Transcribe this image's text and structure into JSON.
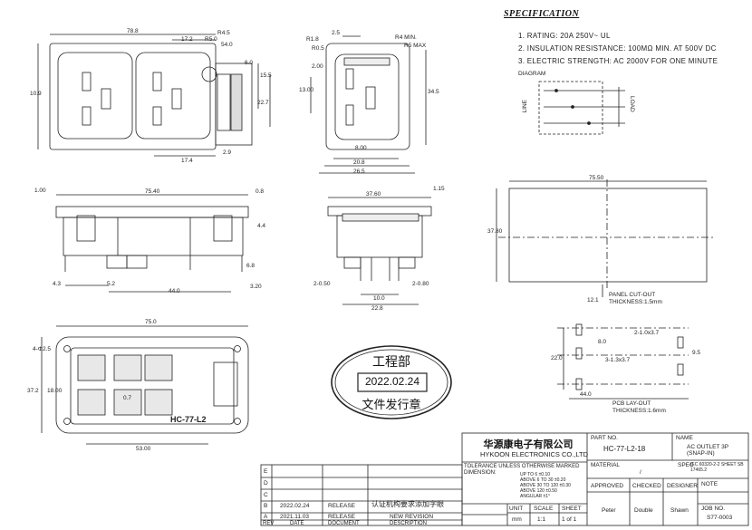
{
  "spec": {
    "title": "SPECIFICATION",
    "lines": [
      "1. RATING: 20A 250V~ UL",
      "2. INSULATION RESISTANCE: 100MΩ MIN. AT 500V DC",
      "3. ELECTRIC STRENGTH: AC 2000V FOR ONE MINUTE"
    ],
    "diagram_label": "DIAGRAM",
    "line_label": "LINE",
    "load_label": "LOAD"
  },
  "dims": {
    "front": [
      "78.8",
      "17.2",
      "R5.0",
      "R4.5",
      "54.0",
      "10.9",
      "6.0",
      "15.5",
      "22.7",
      "17.4",
      "2.9"
    ],
    "side": [
      "2.5",
      "R4 MIN.",
      "R5 MAX",
      "13.00",
      "2.00",
      "20.8",
      "26.5",
      "8.00",
      "34.5",
      "R1.8",
      "R0.5"
    ],
    "top": [
      "1.00",
      "75.40",
      "0.8",
      "4.4",
      "4.3",
      "5.2",
      "44.0",
      "6.8",
      "3.20"
    ],
    "mid": [
      "37.60",
      "1.15",
      "2-0.50",
      "2-0.80",
      "10.0",
      "22.8"
    ],
    "bottom": [
      "75.0",
      "4-Φ2.5",
      "37.2",
      "18.00",
      "0.7",
      "53.00"
    ],
    "cutout": [
      "75.50",
      "37.80",
      "12.1",
      "44.0",
      "22.0",
      "2-1.0x3.7",
      "3-1.3x3.7",
      "9.5",
      "8.0"
    ]
  },
  "cutout": {
    "panel_label": "PANEL CUT-OUT",
    "panel_thickness": "THICKNESS:1.5mm",
    "pcb_label": "PCB LAY-OUT",
    "pcb_thickness": "THICKNESS:1.6mm"
  },
  "product_marking": "HC-77-L2",
  "stamp": {
    "top": "工程部",
    "date": "2022.02.24",
    "bottom": "文件发行章"
  },
  "title_block": {
    "company_cn": "华源康电子有限公司",
    "company_en": "HYKOON ELECTRONICS CO.,LTD",
    "part_no_label": "PART NO.",
    "part_no": "HC-77-L2-18",
    "name_label": "NAME",
    "name": "AC OUTLET 3P (SNAP-IN)",
    "material_label": "MATERIAL",
    "material": "/",
    "spec_label": "SPEC",
    "spec_value": "IEC 60320-2-2 SHEET SB 17465.2",
    "tolerance": "TOLERANCE UNLESS OTHERWISE MARKED DIMENSION:",
    "tol_rows": [
      "UP TO 6 ±0.10",
      "ABOVE 6 TO 30 ±0.20",
      "ABOVE 30 TO 120 ±0.30",
      "ABOVE 120 ±0.50",
      "ANGULAR ±1°"
    ],
    "approved_label": "APPROVED",
    "checked_label": "CHECKED",
    "designer_label": "DESIGNER",
    "approved": "Peter",
    "checked": "Double",
    "designer": "Shawn",
    "note_label": "NOTE",
    "unit_label": "UNIT",
    "unit": "mm",
    "scale_label": "SCALE",
    "scale": "1:1",
    "sheet_label": "SHEET",
    "sheet": "1 of 1",
    "job_label": "JOB NO.",
    "job": "S77-0003"
  },
  "revisions": {
    "headers": [
      "REV",
      "DATE",
      "DOCUMENT",
      "DESCRIPTION"
    ],
    "rows": [
      {
        "rev": "E",
        "date": "",
        "doc": "",
        "desc": ""
      },
      {
        "rev": "D",
        "date": "",
        "doc": "",
        "desc": ""
      },
      {
        "rev": "C",
        "date": "",
        "doc": "",
        "desc": ""
      },
      {
        "rev": "B",
        "date": "2022.02.24",
        "doc": "RELEASE",
        "desc": "认证机构要求添加字眼"
      },
      {
        "rev": "A",
        "date": "2021.11.03",
        "doc": "RELEASE",
        "desc": "NEW REVISION"
      }
    ]
  }
}
